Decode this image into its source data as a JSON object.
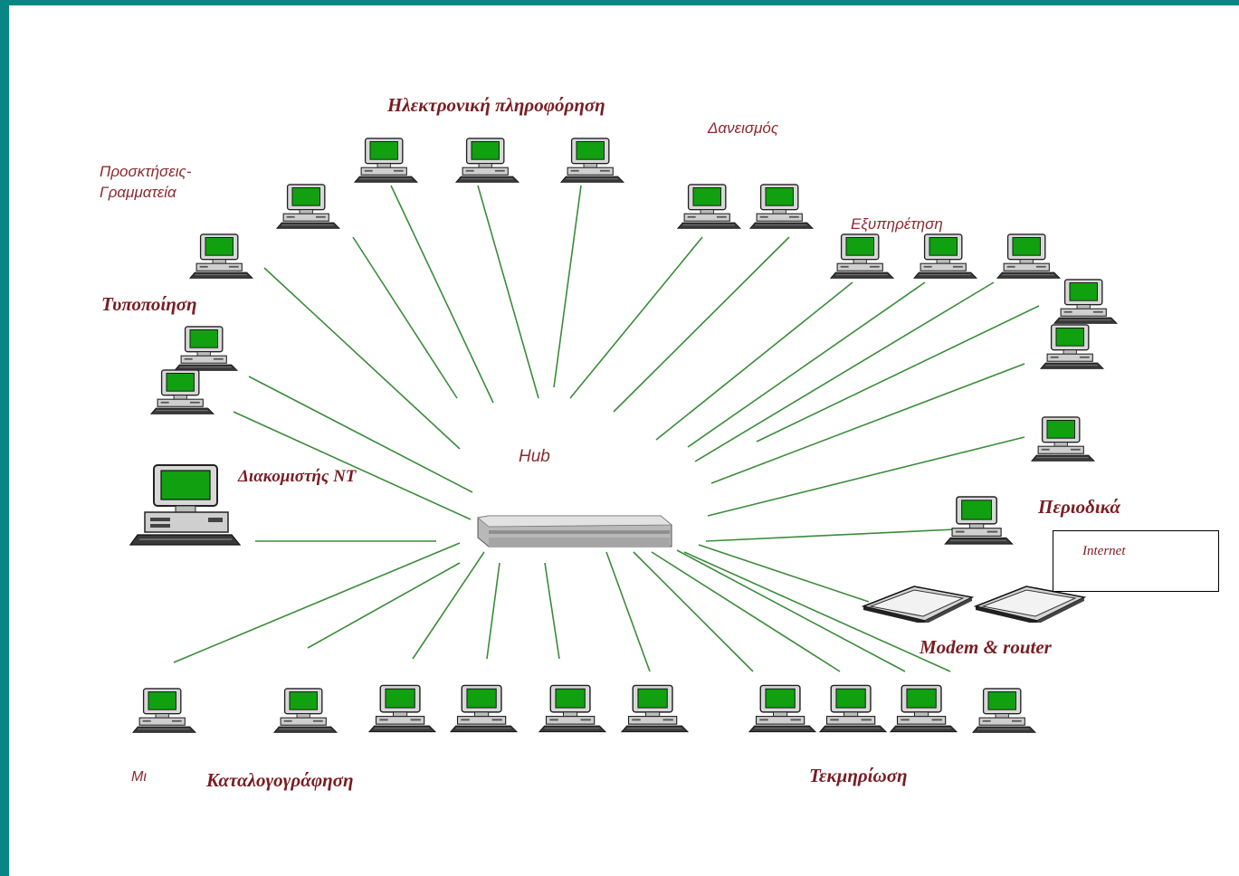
{
  "labels": {
    "electronic_info": "Ηλεκτρονική πληροφόρηση",
    "lending": "Δανεισμός",
    "acquisitions": "Προσκτήσεις-",
    "secretariat": "Γραμματεία",
    "service": "Εξυπηρέτηση",
    "localization": "Τυποποίηση",
    "hub": "Hub",
    "server": "Διακομιστής NT",
    "periodicals": "Περιοδικά",
    "internet": "Internet",
    "modem_router": "Modem & router",
    "cataloguing_prefix": "Μι",
    "cataloguing": "Καταλογογράφηση",
    "documentation": "Τεκμηρίωση"
  },
  "colors": {
    "frame": "#0a8585",
    "link_line": "#3a8c3a",
    "label": "#7a1c22",
    "screen": "#10a010"
  },
  "nodes": [
    {
      "id": "pc-acq-1",
      "type": "computer"
    },
    {
      "id": "pc-acq-2",
      "type": "computer"
    },
    {
      "id": "pc-einfo-1",
      "type": "computer"
    },
    {
      "id": "pc-einfo-2",
      "type": "computer"
    },
    {
      "id": "pc-einfo-3",
      "type": "computer"
    },
    {
      "id": "pc-lend-1",
      "type": "computer"
    },
    {
      "id": "pc-lend-2",
      "type": "computer"
    },
    {
      "id": "pc-serv-1",
      "type": "computer"
    },
    {
      "id": "pc-serv-2",
      "type": "computer"
    },
    {
      "id": "pc-serv-3",
      "type": "computer"
    },
    {
      "id": "pc-serv-4",
      "type": "computer"
    },
    {
      "id": "pc-serv-5",
      "type": "computer"
    },
    {
      "id": "pc-right-1",
      "type": "computer"
    },
    {
      "id": "pc-period-1",
      "type": "computer"
    },
    {
      "id": "pc-loc-1",
      "type": "computer"
    },
    {
      "id": "pc-loc-2",
      "type": "computer"
    },
    {
      "id": "server-nt",
      "type": "server"
    },
    {
      "id": "pc-cat-1",
      "type": "computer"
    },
    {
      "id": "pc-cat-2",
      "type": "computer"
    },
    {
      "id": "pc-cat-3",
      "type": "computer"
    },
    {
      "id": "pc-cat-4",
      "type": "computer"
    },
    {
      "id": "pc-cat-5",
      "type": "computer"
    },
    {
      "id": "pc-cat-6",
      "type": "computer"
    },
    {
      "id": "pc-doc-1",
      "type": "computer"
    },
    {
      "id": "pc-doc-2",
      "type": "computer"
    },
    {
      "id": "pc-doc-3",
      "type": "computer"
    },
    {
      "id": "pc-doc-4",
      "type": "computer"
    },
    {
      "id": "modem-1",
      "type": "modem"
    },
    {
      "id": "modem-2",
      "type": "modem"
    },
    {
      "id": "hub",
      "type": "hub"
    }
  ]
}
